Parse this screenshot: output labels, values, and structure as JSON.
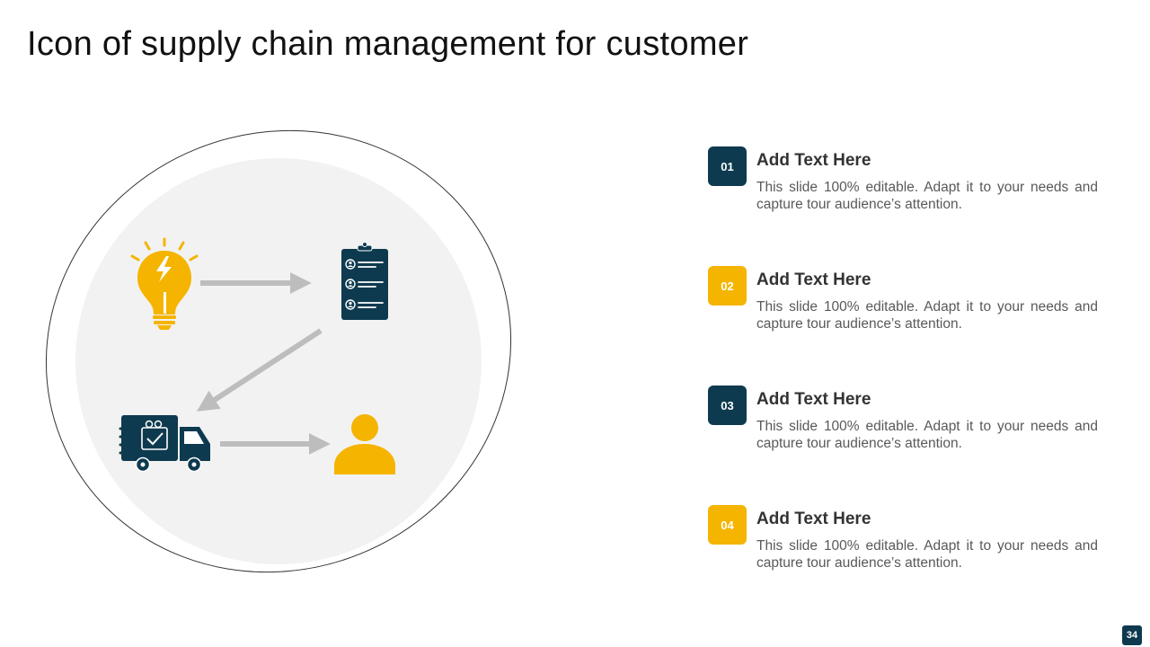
{
  "slide": {
    "title": "Icon of supply chain management for customer",
    "page_number": "34"
  },
  "colors": {
    "navy": "#0e3a4f",
    "gold": "#f5b400",
    "arrow_gray": "#bdbdbd",
    "circle_fill": "#f2f2f2"
  },
  "diagram": {
    "icons": [
      "lightbulb-icon",
      "clipboard-checklist-icon",
      "delivery-truck-icon",
      "customer-person-icon"
    ],
    "flow": [
      "lightbulb-icon",
      "clipboard-checklist-icon",
      "delivery-truck-icon",
      "customer-person-icon"
    ]
  },
  "items": [
    {
      "number": "01",
      "title": "Add Text Here",
      "desc": "This slide 100% editable. Adapt it to your needs and capture tour audience’s attention.",
      "color": "#0e3a4f"
    },
    {
      "number": "02",
      "title": "Add Text Here",
      "desc": "This slide 100% editable. Adapt it to your needs and capture tour audience’s attention.",
      "color": "#f5b400"
    },
    {
      "number": "03",
      "title": "Add Text Here",
      "desc": "This slide 100% editable. Adapt it to your needs and capture tour audience’s attention.",
      "color": "#0e3a4f"
    },
    {
      "number": "04",
      "title": "Add Text Here",
      "desc": "This slide 100% editable. Adapt it to your needs and capture tour audience’s attention.",
      "color": "#f5b400"
    }
  ]
}
